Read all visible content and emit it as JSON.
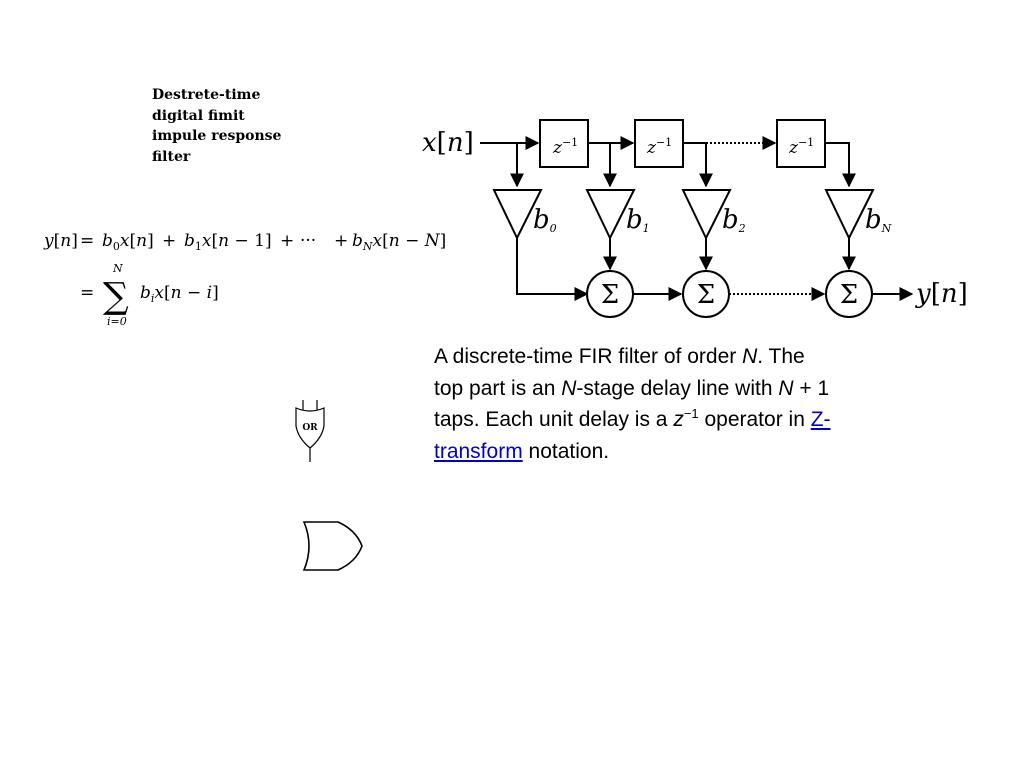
{
  "heading": {
    "lines": [
      "Destrete-time",
      "digital fimit",
      "impule response",
      "filter"
    ]
  },
  "formula": {
    "line1": {
      "lhs": "y[n]",
      "eq": "=",
      "terms": [
        "b0x[n]",
        "+",
        "b1x[n − 1]",
        "+",
        "···",
        "+",
        "bNx[n − N]"
      ]
    },
    "line2": {
      "eq": "=",
      "sum_upper": "N",
      "sum_lower": "i=0",
      "sum_symbol": "∑",
      "body": "bix[n − i]"
    }
  },
  "diagram": {
    "input_label": "x[n]",
    "output_label": "y[n]",
    "delay_label": "z",
    "delay_exponent": "−1",
    "delay_count": 3,
    "tap_prefix": "b",
    "tap_subscripts": [
      "0",
      "1",
      "2",
      "N"
    ],
    "adder_symbol": "Σ"
  },
  "caption": {
    "l1_a": "A discrete-time FIR filter of order ",
    "l1_N": "N",
    "l1_b": ". The",
    "l2_a": "top part is an ",
    "l2_N": "N",
    "l2_b": "-stage delay line with ",
    "l2_N2": "N",
    "l2_c": " + 1",
    "l3_a": "taps. Each unit delay is a ",
    "l3_z": "z",
    "l3_exp": "−1",
    "l3_b": " operator in ",
    "l3_link": "Z-",
    "l4_link": "transform",
    "l4_b": " notation."
  },
  "gates": {
    "small_label": "OR"
  }
}
